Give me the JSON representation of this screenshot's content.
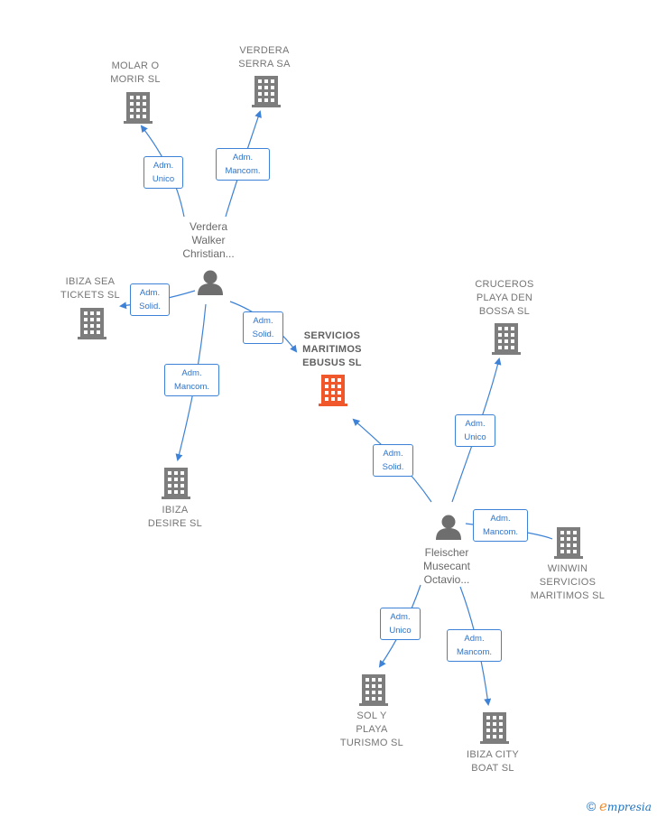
{
  "companies": {
    "molar": "MOLAR O\nMORIR SL",
    "verdera_serra": "VERDERA\nSERRA SA",
    "ibiza_sea": "IBIZA SEA\nTICKETS SL",
    "servicios": "SERVICIOS\nMARITIMOS\nEBUSUS SL",
    "cruceros": "CRUCEROS\nPLAYA DEN\nBOSSA SL",
    "ibiza_desire": "IBIZA\nDESIRE SL",
    "winwin": "WINWIN\nSERVICIOS\nMARITIMOS SL",
    "sol_playa": "SOL Y\nPLAYA\nTURISMO SL",
    "ibiza_city": "IBIZA CITY\nBOAT SL"
  },
  "persons": {
    "verdera_walker": "Verdera\nWalker\nChristian...",
    "fleischer": "Fleischer\nMusecant\nOctavio..."
  },
  "relations": {
    "r1": "Adm.\nUnico",
    "r2": "Adm.\nMancom.",
    "r3": "Adm.\nSolid.",
    "r4": "Adm.\nSolid.",
    "r5": "Adm.\nMancom.",
    "r6": "Adm.\nSolid.",
    "r7": "Adm.\nUnico",
    "r8": "Adm.\nMancom.",
    "r9": "Adm.\nUnico",
    "r10": "Adm.\nMancom."
  },
  "colors": {
    "edge": "#3d82d6",
    "building": "#7d7d7d",
    "building_main": "#f0582b",
    "person": "#6e6e6e"
  },
  "brand": {
    "copyright": "©",
    "initial": "e",
    "rest": "mpresia"
  }
}
